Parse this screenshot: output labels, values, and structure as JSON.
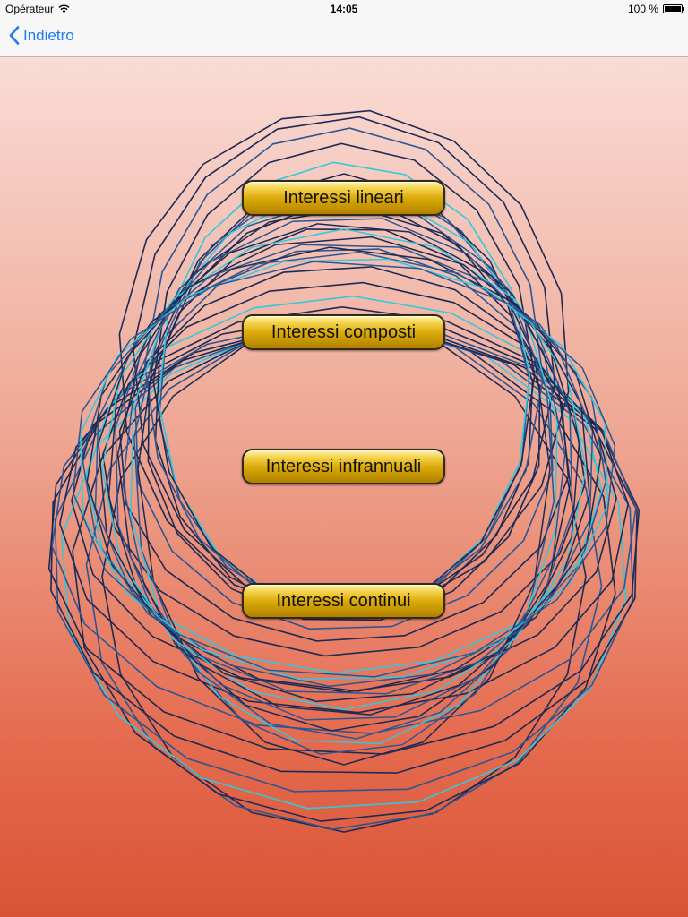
{
  "status_bar": {
    "carrier": "Opérateur",
    "time": "14:05",
    "battery_percent": "100 %"
  },
  "nav": {
    "back_label": "Indietro"
  },
  "menu": {
    "items": [
      {
        "label": "Interessi lineari"
      },
      {
        "label": "Interessi composti"
      },
      {
        "label": "Interessi infrannuali"
      },
      {
        "label": "Interessi continui"
      }
    ]
  },
  "colors": {
    "accent": "#1a7cf7",
    "background_top": "#f9dcd6",
    "background_bottom": "#d95436",
    "line_dark": "#1c2a55",
    "line_mid": "#2d5591",
    "line_cyan": "#33c8dc",
    "button_gold": "#dcab0c"
  },
  "icons": {
    "wifi": "wifi-icon",
    "battery": "battery-icon",
    "back": "chevron-left-icon"
  }
}
